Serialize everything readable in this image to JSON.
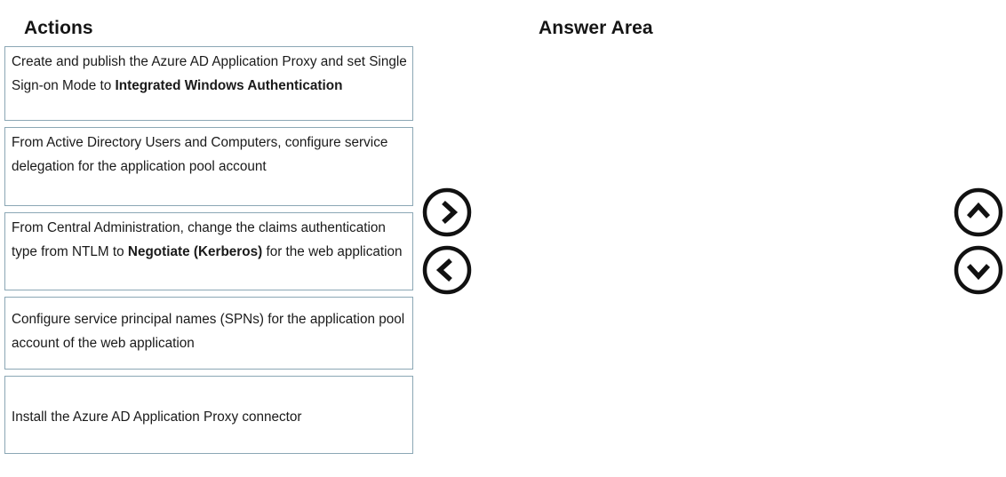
{
  "headings": {
    "actions": "Actions",
    "answer_area": "Answer Area"
  },
  "actions": {
    "items": [
      {
        "id": "azure-ad-app-proxy-sso",
        "text_plain": "Create and publish the Azure AD Application Proxy and set Single Sign-on Mode to Integrated Windows Authentication",
        "lead": "Create and publish the Azure AD Application Proxy and set Single Sign-on Mode to ",
        "bold": "Integrated Windows Authentication",
        "tail": ""
      },
      {
        "id": "ad-users-computers-delegation",
        "text_plain": "From Active Directory Users and Computers, configure service delegation for the application pool account",
        "lead": "From Active Directory Users and Computers, configure service delegation for the application pool account",
        "bold": "",
        "tail": ""
      },
      {
        "id": "central-admin-claims-negotiate",
        "text_plain": "From Central Administration, change the claims authentication type from NTLM to Negotiate (Kerberos) for the web application",
        "lead": "From Central Administration, change the claims authentication type from NTLM to ",
        "bold": "Negotiate (Kerberos)",
        "tail": " for the web application"
      },
      {
        "id": "configure-spns",
        "text_plain": "Configure service principal names (SPNs) for the application pool account of the web application",
        "lead": "Configure service principal names (SPNs) for the application pool account of the web application",
        "bold": "",
        "tail": ""
      },
      {
        "id": "install-app-proxy-connector",
        "text_plain": "Install the Azure AD Application Proxy connector",
        "lead": "Install the Azure AD Application Proxy connector",
        "bold": "",
        "tail": ""
      }
    ]
  },
  "answer_area": {
    "items": []
  },
  "controls": {
    "move_right": {
      "icon": "chevron-right-icon",
      "label": "Move selected action to Answer Area"
    },
    "move_left": {
      "icon": "chevron-left-icon",
      "label": "Move selected action back to Actions"
    },
    "move_up": {
      "icon": "chevron-up-icon",
      "label": "Move item up"
    },
    "move_down": {
      "icon": "chevron-down-icon",
      "label": "Move item down"
    }
  },
  "colors": {
    "card_border": "#8ba7b5",
    "card_background": "#ffffff",
    "page_background": "#ffffff",
    "text": "#1a1a1a",
    "icon_stroke": "#111111"
  }
}
